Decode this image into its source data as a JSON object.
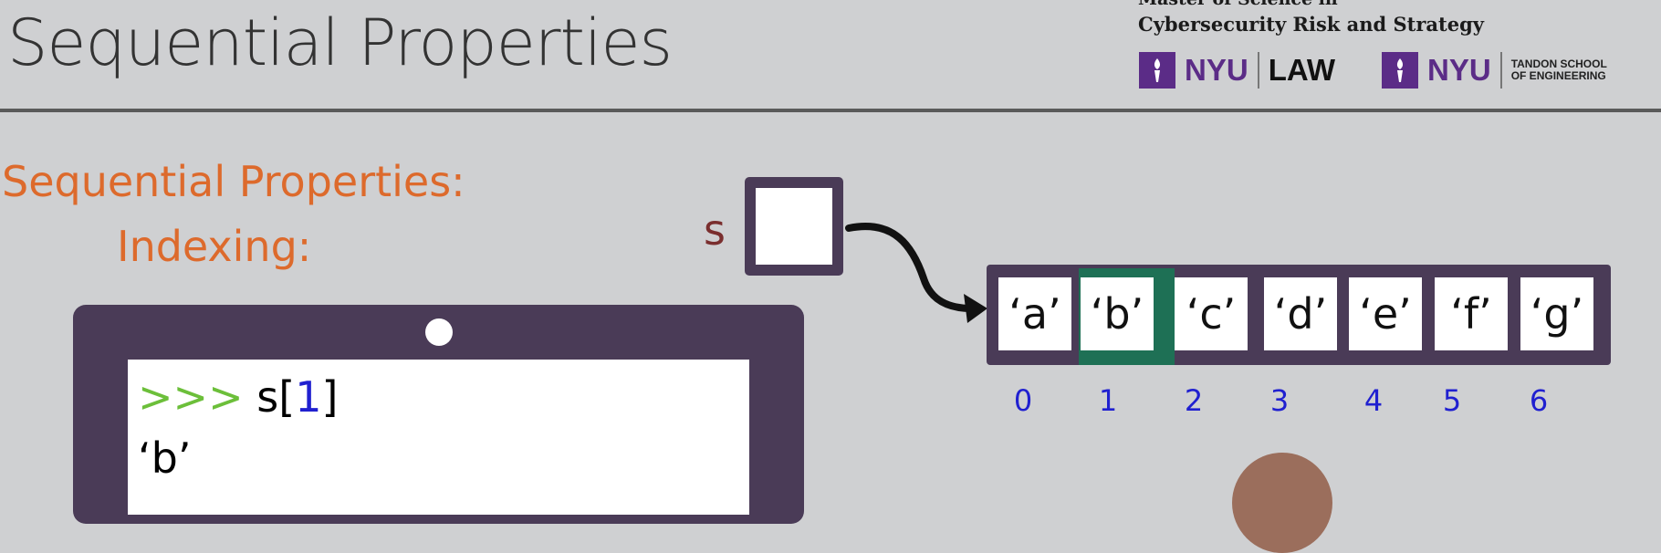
{
  "header": {
    "title": "Sequential Properties",
    "program_line1": "Master of Science in",
    "program_line2": "Cybersecurity Risk and Strategy",
    "logo_nyu_1": "NYU",
    "logo_law": "LAW",
    "logo_nyu_2": "NYU",
    "logo_tandon_1": "TANDON SCHOOL",
    "logo_tandon_2": "OF ENGINEERING"
  },
  "content": {
    "heading": "Sequential Properties:",
    "subheading": "Indexing:",
    "variable_name": "s"
  },
  "array": {
    "cells": [
      "‘a’",
      "‘b’",
      "‘c’",
      "‘d’",
      "‘e’",
      "‘f’",
      "‘g’"
    ],
    "indices": [
      "0",
      "1",
      "2",
      "3",
      "4",
      "5",
      "6"
    ],
    "highlighted_index": 1
  },
  "console": {
    "prompt": ">>>",
    "command_var": "s",
    "bracket_open": "[",
    "command_index": "1",
    "bracket_close": "]",
    "output": "‘b’"
  },
  "colors": {
    "accent_orange": "#dd6a2c",
    "frame_purple": "#4a3b57",
    "highlight_green": "#1e7055",
    "index_blue": "#2020d0",
    "prompt_green": "#6cbf3a",
    "nyu_violet": "#5b2c87"
  }
}
